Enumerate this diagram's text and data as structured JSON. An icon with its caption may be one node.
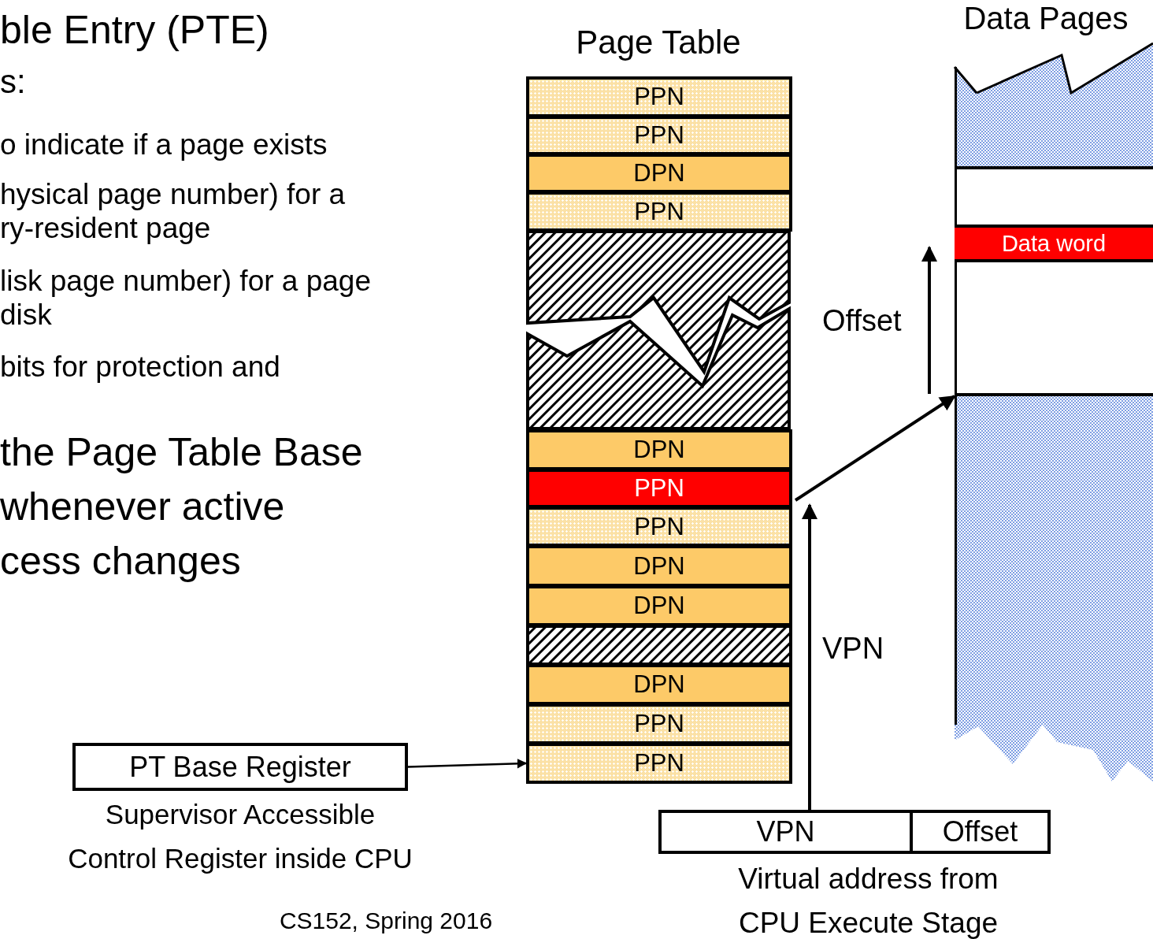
{
  "diagram": {
    "title": "ble Entry (PTE)",
    "nodes": [
      {
        "text": [
          "Page Table"
        ]
      },
      {
        "text": [
          "PPN"
        ],
        "in": 0
      },
      {
        "text": [
          "PPN"
        ],
        "in": 0
      },
      {
        "text": [
          "DPN"
        ],
        "in": 0
      },
      {
        "text": [
          "PPN"
        ],
        "in": 0
      },
      {
        "text": [],
        "shape": "box",
        "in": 0
      },
      {
        "text": [
          "DPN"
        ],
        "in": 0
      },
      {
        "text": [
          "PPN"
        ],
        "in": 0
      },
      {
        "text": [
          "PPN"
        ],
        "in": 0
      },
      {
        "text": [
          "DPN"
        ],
        "in": 0
      },
      {
        "text": [
          "DPN"
        ],
        "in": 0
      },
      {
        "text": [],
        "shape": "box",
        "in": 0
      },
      {
        "text": [
          "DPN"
        ],
        "in": 0
      },
      {
        "text": [
          "PPN"
        ],
        "in": 0
      },
      {
        "text": [
          "PPN"
        ],
        "in": 0
      },
      {
        "text": [
          "Data Pages"
        ]
      },
      {
        "text": [],
        "shape": "box",
        "in": 15
      },
      {
        "text": [
          "Data word"
        ],
        "in": 16
      },
      {
        "text": [
          "PT Base Register"
        ],
        "beside": [
          "Supervisor Accessible Control Register inside CPU"
        ]
      },
      {
        "text": [
          "VPN"
        ]
      },
      {
        "text": [
          "Offset"
        ]
      }
    ],
    "edges": [
      {
        "from": 18,
        "to": 14,
        "arrow": "to"
      },
      {
        "from": 7,
        "to": 16,
        "arrow": "to"
      },
      {
        "from": 19,
        "to": 7,
        "arrow": "to",
        "label": "VPN"
      }
    ],
    "labels": [
      "s:",
      "o indicate if a page exists",
      "hysical page number) for a ry-resident page",
      "lisk page number) for a page disk",
      "bits for protection and",
      "the Page Table Base whenever active cess changes",
      "Offset",
      "Virtual address from CPU Execute Stage",
      "CS152, Spring 2016"
    ]
  }
}
